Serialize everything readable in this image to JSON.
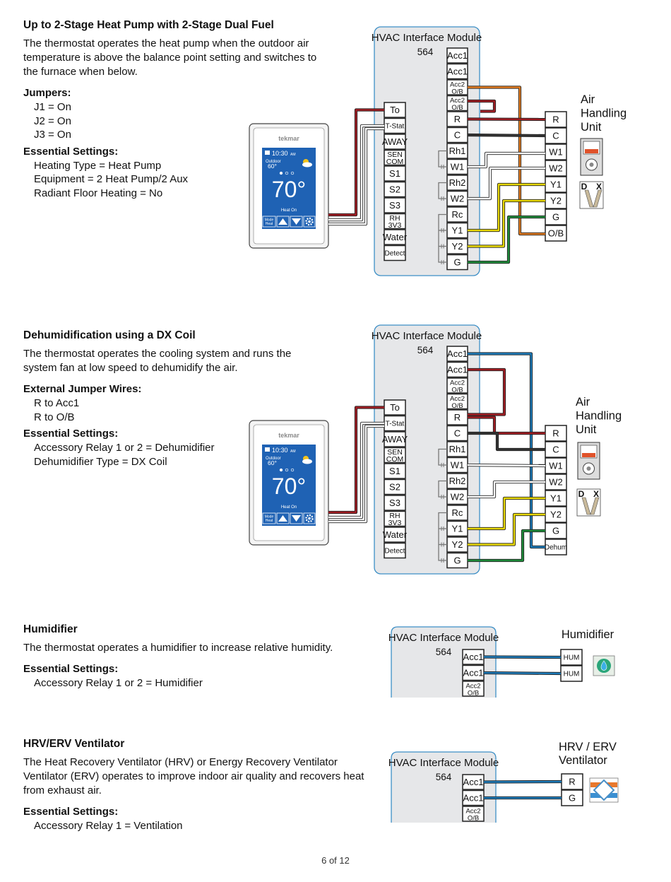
{
  "sections": [
    {
      "title": "Up to 2-Stage Heat Pump with 2-Stage Dual Fuel",
      "body": "The thermostat operates the heat pump when the outdoor air temperature is above the balance point setting and switches to the furnace when below.",
      "groups": [
        {
          "heading": "Jumpers:",
          "items": [
            "J1 = On",
            "J2 = On",
            "J3 = On"
          ]
        },
        {
          "heading": "Essential Settings:",
          "items": [
            "Heating Type = Heat Pump",
            "Equipment = 2 Heat Pump/2 Aux",
            "Radiant Floor Heating = No"
          ]
        }
      ]
    },
    {
      "title": "Dehumidification using a DX Coil",
      "body": "The thermostat operates the cooling system and runs the system fan at low speed to dehumidify the air.",
      "groups": [
        {
          "heading": "External Jumper Wires:",
          "items": [
            "R to Acc1",
            "R to O/B"
          ]
        },
        {
          "heading": "Essential Settings:",
          "items": [
            "Accessory Relay 1 or 2 = Dehumidifier",
            "Dehumidifier Type = DX Coil"
          ]
        }
      ]
    },
    {
      "title": "Humidifier",
      "body": "The thermostat operates a humidifier to increase relative humidity.",
      "groups": [
        {
          "heading": "Essential Settings:",
          "items": [
            "Accessory Relay 1 or 2 = Humidifier"
          ]
        }
      ]
    },
    {
      "title": "HRV/ERV Ventilator",
      "body": "The Heat Recovery Ventilator (HRV) or Energy Recovery Ventilator Ventilator (ERV) operates to improve indoor air quality and recovers heat from exhaust air.",
      "groups": [
        {
          "heading": "Essential Settings:",
          "items": [
            "Accessory Relay 1 = Ventilation"
          ]
        }
      ]
    }
  ],
  "module": {
    "title": "HVAC Interface Module",
    "model": "564",
    "left_terminals": [
      "To",
      "T-Stat",
      "AWAY",
      "SEN COM",
      "S1",
      "S2",
      "S3",
      "RH 3V3",
      "Water",
      "Detect"
    ],
    "right_terminals": [
      "Acc1",
      "Acc1",
      "Acc2 O/B",
      "Acc2 O/B",
      "R",
      "C",
      "Rh1",
      "W1",
      "Rh2",
      "W2",
      "Rc",
      "Y1",
      "Y2",
      "G"
    ]
  },
  "thermostat": {
    "brand": "tekmar",
    "time": "10:30",
    "time_suffix": "AM",
    "outdoor_label": "Outdoor",
    "outdoor_temp": "60°",
    "temp": "70°",
    "status": "Heat On",
    "mode_label": "Mode Heat"
  },
  "ahu": {
    "label": "Air Handling Unit",
    "terminals_1": [
      "R",
      "C",
      "W1",
      "W2",
      "Y1",
      "Y2",
      "G",
      "O/B"
    ],
    "terminals_2": [
      "R",
      "C",
      "W1",
      "W2",
      "Y1",
      "Y2",
      "G",
      "Dehum"
    ],
    "dx_letters": [
      "D",
      "X"
    ]
  },
  "humidifier": {
    "label": "Humidifier",
    "terminals": [
      "HUM",
      "HUM"
    ]
  },
  "ventilator": {
    "label": "HRV / ERV Ventilator",
    "terminals": [
      "R",
      "G"
    ]
  },
  "page": {
    "number": "6 of 12"
  },
  "colors": {
    "wire_red": "#a01d23",
    "wire_orange": "#e07a1f",
    "wire_yellow": "#e8d800",
    "wire_green": "#1f8a3a",
    "wire_blue": "#1d7ab8",
    "wire_gray": "#777777",
    "module_fill": "#e6e7e9",
    "module_border": "#3d8fc6",
    "screen_blue": "#1f62b4"
  }
}
